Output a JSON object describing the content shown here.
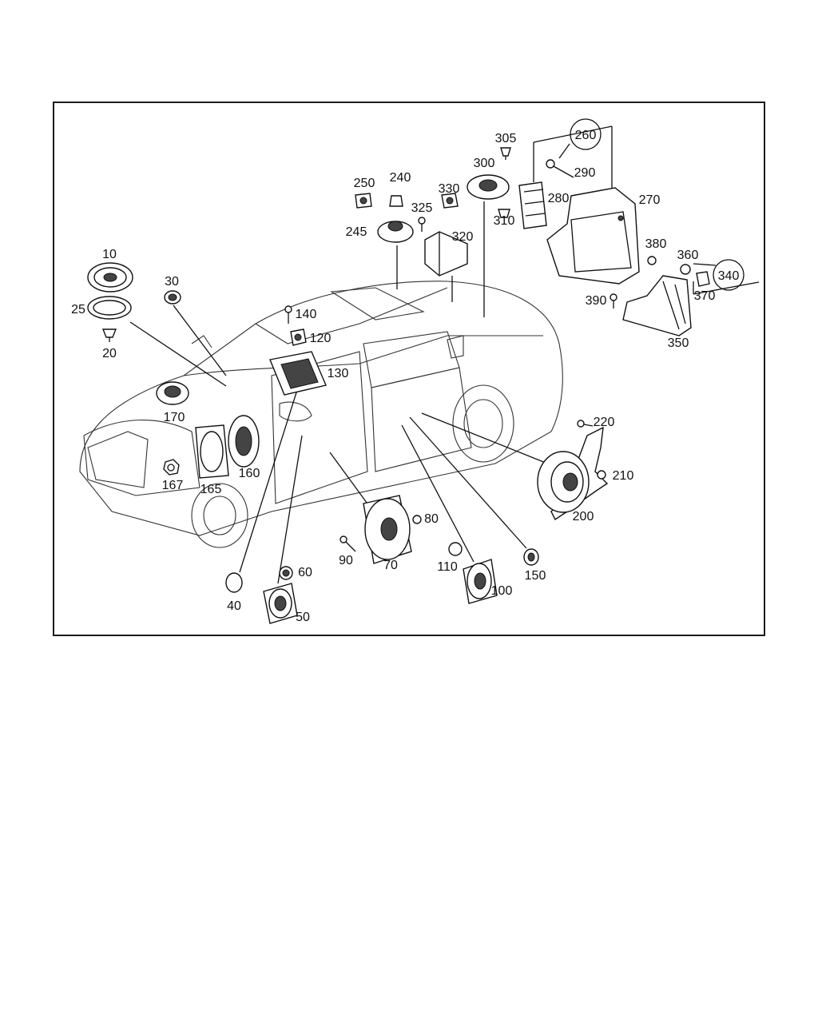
{
  "labels": {
    "p10": "10",
    "p20": "20",
    "p25": "25",
    "p30": "30",
    "p40": "40",
    "p50": "50",
    "p60": "60",
    "p70": "70",
    "p80": "80",
    "p90": "90",
    "p100": "100",
    "p110": "110",
    "p120": "120",
    "p130": "130",
    "p140": "140",
    "p150": "150",
    "p160": "160",
    "p165": "165",
    "p167": "167",
    "p170": "170",
    "p200": "200",
    "p210": "210",
    "p220": "220",
    "p240": "240",
    "p245": "245",
    "p250": "250",
    "p260": "260",
    "p270": "270",
    "p280": "280",
    "p290": "290",
    "p300": "300",
    "p305": "305",
    "p310": "310",
    "p320": "320",
    "p325": "325",
    "p330": "330",
    "p340": "340",
    "p350": "350",
    "p360": "360",
    "p370": "370",
    "p380": "380",
    "p390": "390"
  }
}
